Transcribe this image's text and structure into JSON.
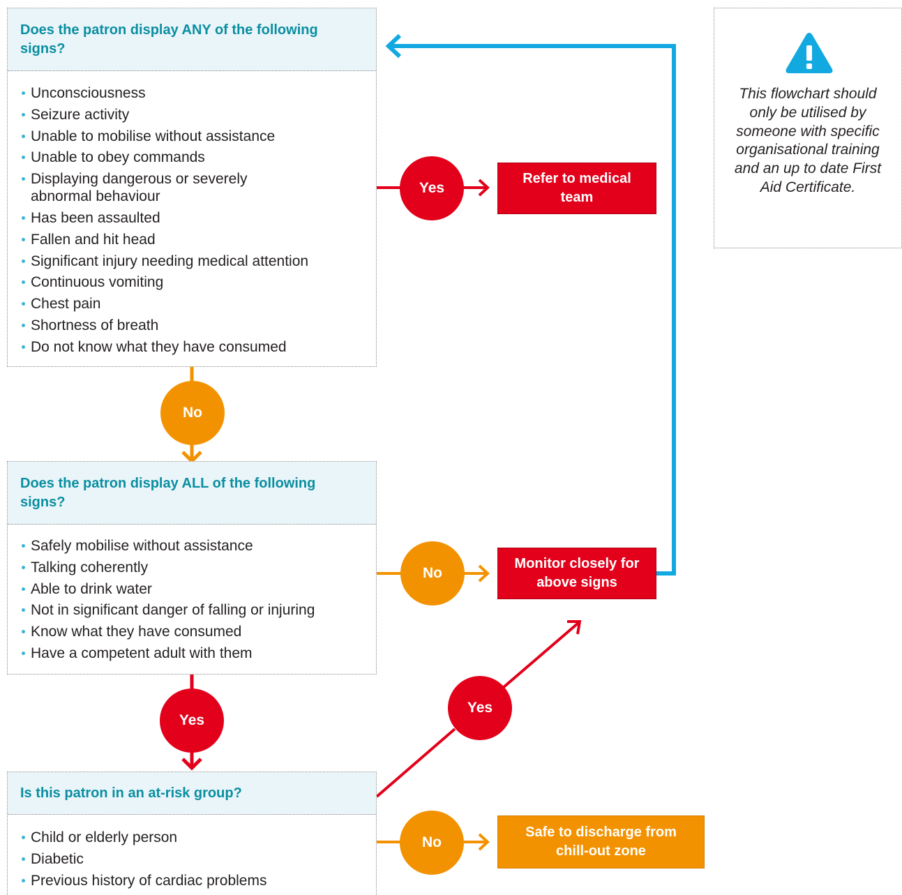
{
  "panel1": {
    "question": "Does the patron display ANY of the following signs?",
    "items": [
      "Unconsciousness",
      "Seizure activity",
      "Unable to mobilise without assistance",
      "Unable to obey commands",
      "Displaying dangerous or severely abnormal behaviour",
      "Has been assaulted",
      "Fallen and hit head",
      "Significant injury needing medical attention",
      "Continuous vomiting",
      "Chest pain",
      "Shortness of breath",
      "Do not know what they have consumed"
    ]
  },
  "panel2": {
    "question": "Does the patron display ALL of the following signs?",
    "items": [
      "Safely mobilise without assistance",
      "Talking coherently",
      "Able to drink water",
      "Not in significant danger of falling or injuring",
      "Know what they have consumed",
      "Have a competent adult with them"
    ]
  },
  "panel3": {
    "question": "Is this patron in an at-risk group?",
    "items": [
      "Child or elderly person",
      "Diabetic",
      "Previous history of cardiac problems"
    ]
  },
  "decisions": {
    "p1_yes": "Yes",
    "p1_no": "No",
    "p2_no": "No",
    "p2_yes": "Yes",
    "p3_yes": "Yes",
    "p3_no": "No"
  },
  "actions": {
    "refer": "Refer to medical team",
    "monitor": "Monitor closely for above signs",
    "discharge": "Safe to discharge from chill-out zone"
  },
  "note": {
    "icon": "warning-icon",
    "text": "This flowchart should only be utilised by someone with specific organisational training and an up to date First Aid Certificate."
  },
  "colors": {
    "teal": "#0a8ea0",
    "red": "#e2001a",
    "orange": "#f39200",
    "blue": "#12a9e1"
  }
}
